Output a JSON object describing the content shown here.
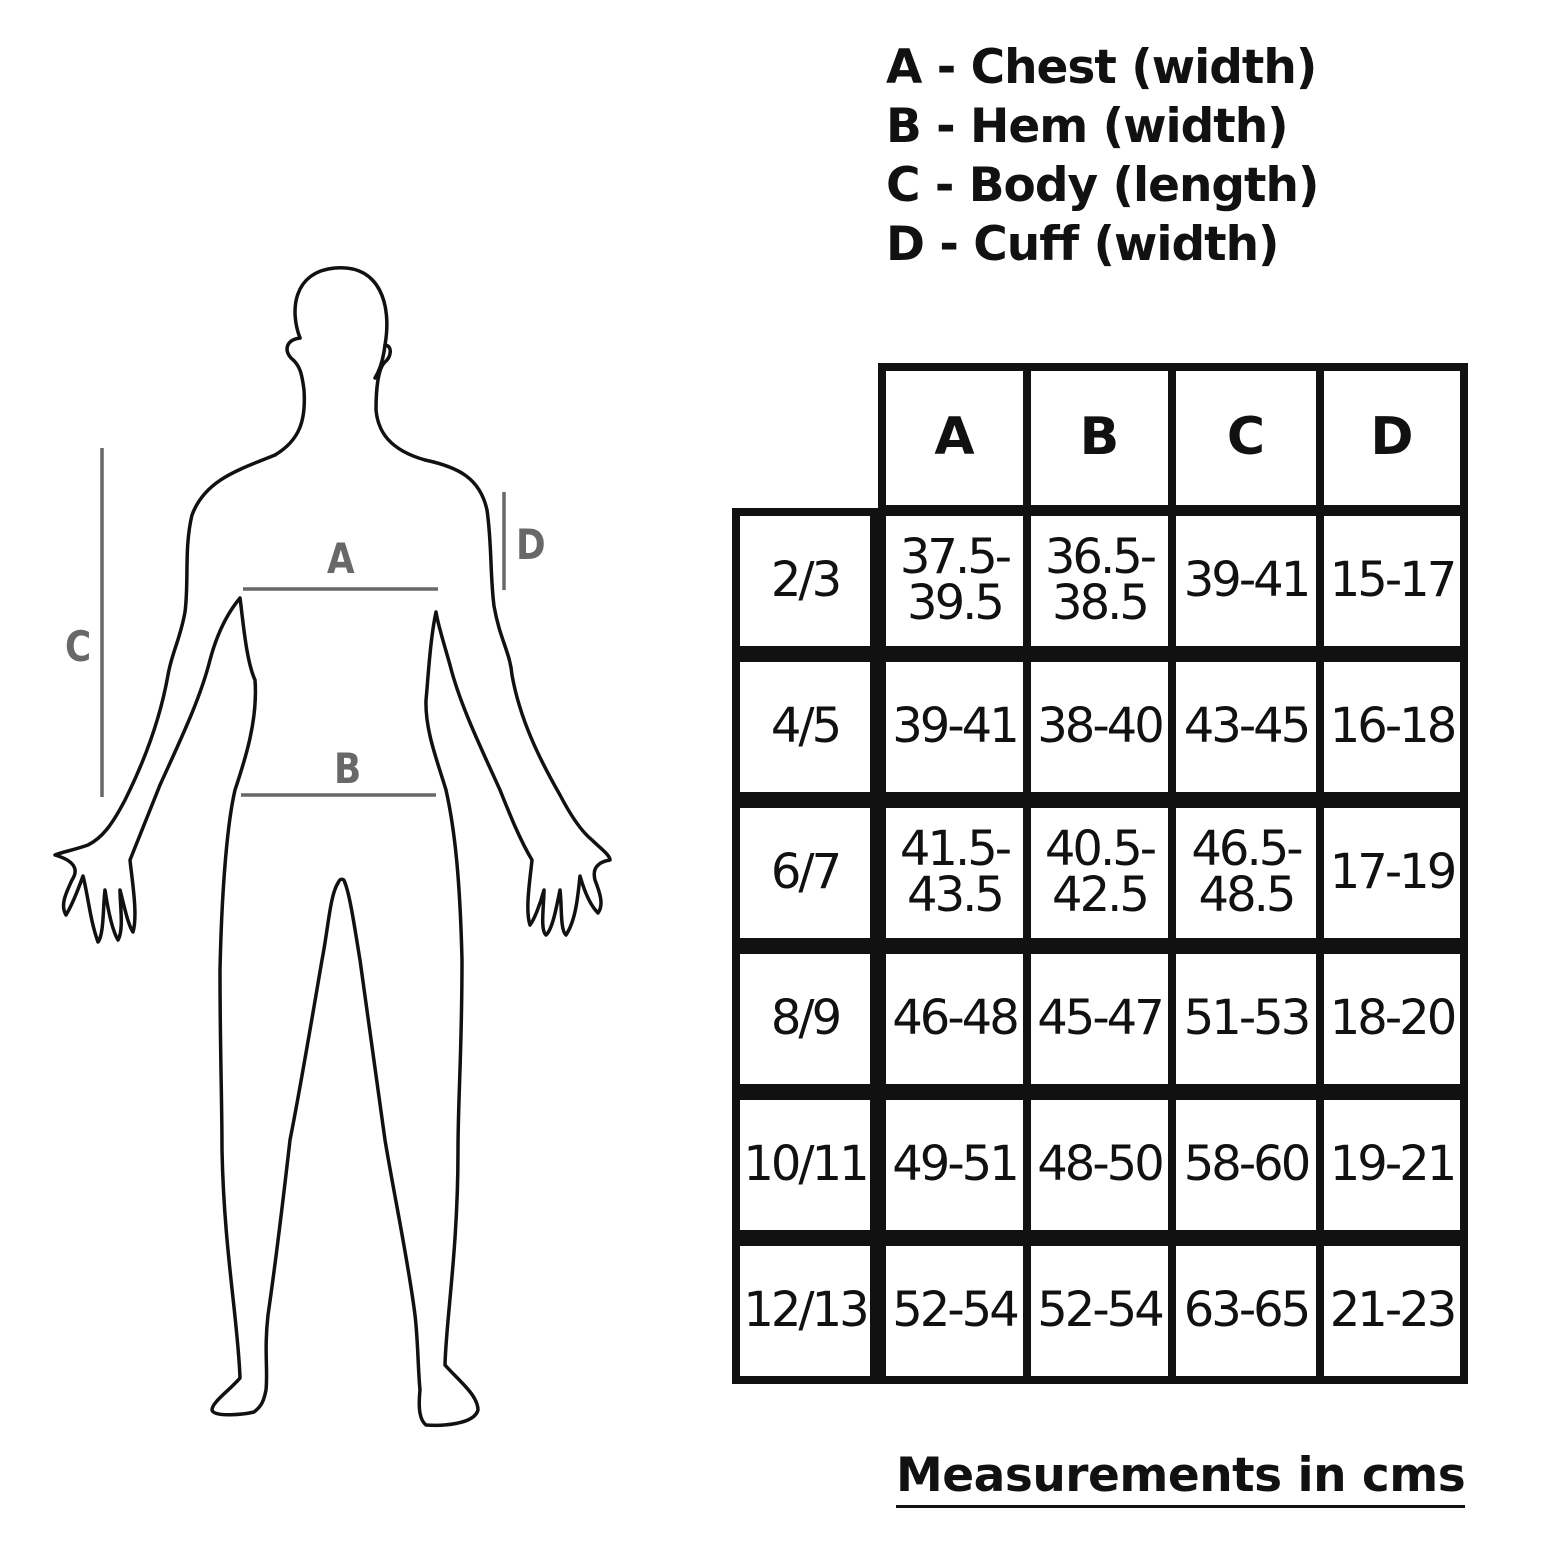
{
  "legend": [
    "A - Chest (width)",
    "B - Hem (width)",
    "C - Body (length)",
    "D - Cuff (width)"
  ],
  "figure_labels": {
    "a": "A",
    "b": "B",
    "c": "C",
    "d": "D"
  },
  "table": {
    "columns": [
      "A",
      "B",
      "C",
      "D"
    ],
    "rows": [
      {
        "size": "2/3",
        "values": [
          "37.5-\n39.5",
          "36.5-\n38.5",
          "39-41",
          "15-17"
        ]
      },
      {
        "size": "4/5",
        "values": [
          "39-41",
          "38-40",
          "43-45",
          "16-18"
        ]
      },
      {
        "size": "6/7",
        "values": [
          "41.5-\n43.5",
          "40.5-\n42.5",
          "46.5-\n48.5",
          "17-19"
        ]
      },
      {
        "size": "8/9",
        "values": [
          "46-48",
          "45-47",
          "51-53",
          "18-20"
        ]
      },
      {
        "size": "10/11",
        "values": [
          "49-51",
          "48-50",
          "58-60",
          "19-21"
        ]
      },
      {
        "size": "12/13",
        "values": [
          "52-54",
          "52-54",
          "63-65",
          "21-23"
        ]
      }
    ]
  },
  "footer": "Measurements in cms",
  "colors": {
    "ink": "#111111",
    "dimension": "#6a6767"
  }
}
